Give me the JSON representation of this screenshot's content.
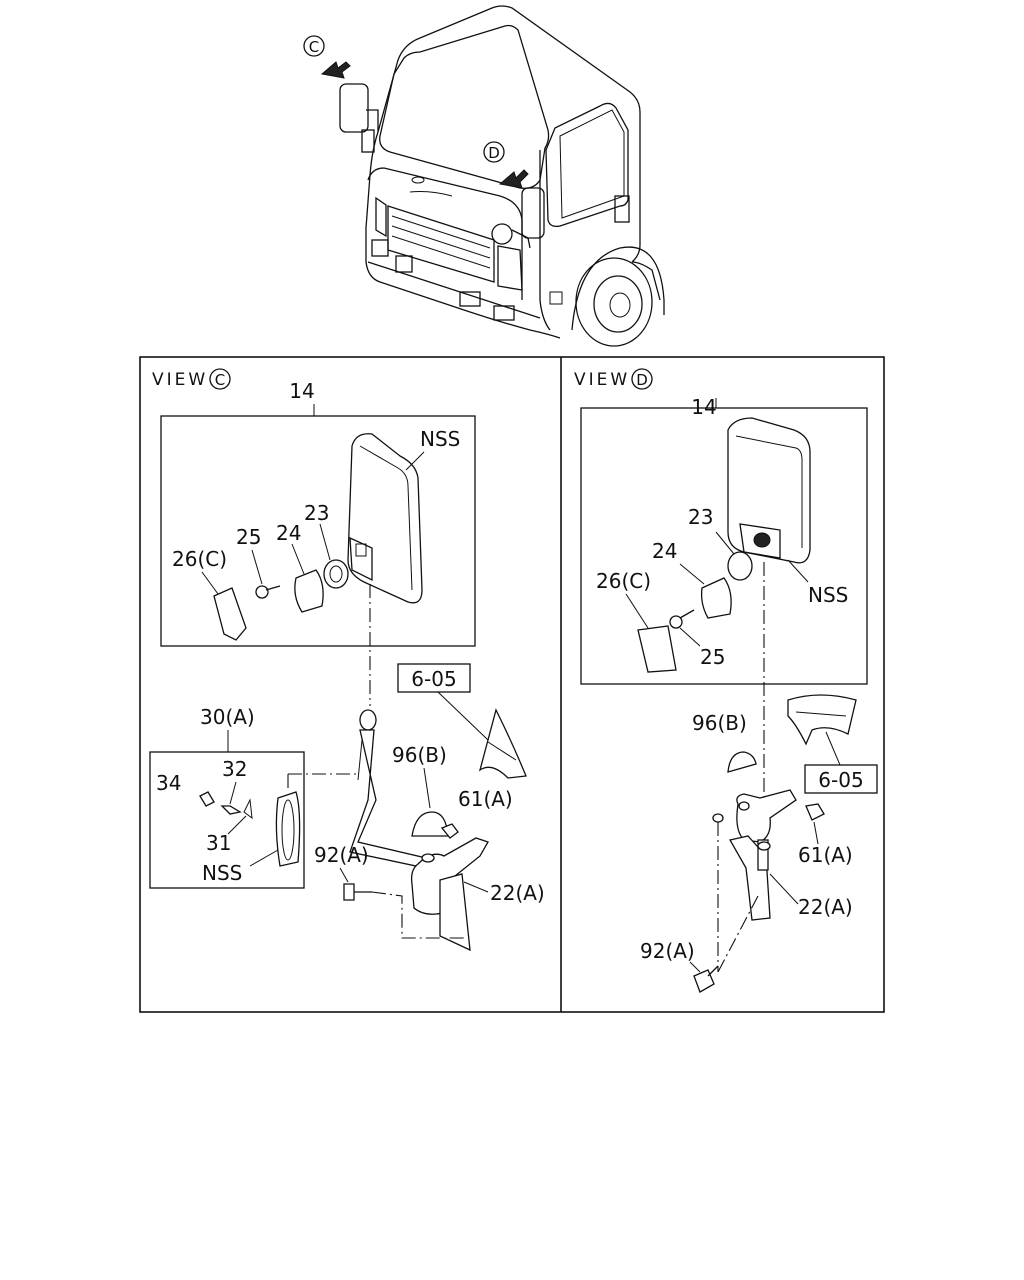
{
  "views": {
    "c": {
      "title": "VIEW",
      "letter": "C"
    },
    "d": {
      "title": "VIEW",
      "letter": "D"
    }
  },
  "markers": {
    "c": "C",
    "d": "D"
  },
  "c_labels": {
    "l14": "14",
    "nss_top": "NSS",
    "l23": "23",
    "l24": "24",
    "l25": "25",
    "l26": "26(C)",
    "ref": "6-05",
    "l30": "30(A)",
    "l32": "32",
    "l34": "34",
    "l31": "31",
    "nss_bottom": "NSS",
    "l96": "96(B)",
    "l61": "61(A)",
    "l92": "92(A)",
    "l22": "22(A)"
  },
  "d_labels": {
    "l14": "14",
    "l23": "23",
    "l24": "24",
    "l26": "26(C)",
    "nss": "NSS",
    "l25": "25",
    "l96": "96(B)",
    "ref": "6-05",
    "l61": "61(A)",
    "l22": "22(A)",
    "l92": "92(A)"
  }
}
